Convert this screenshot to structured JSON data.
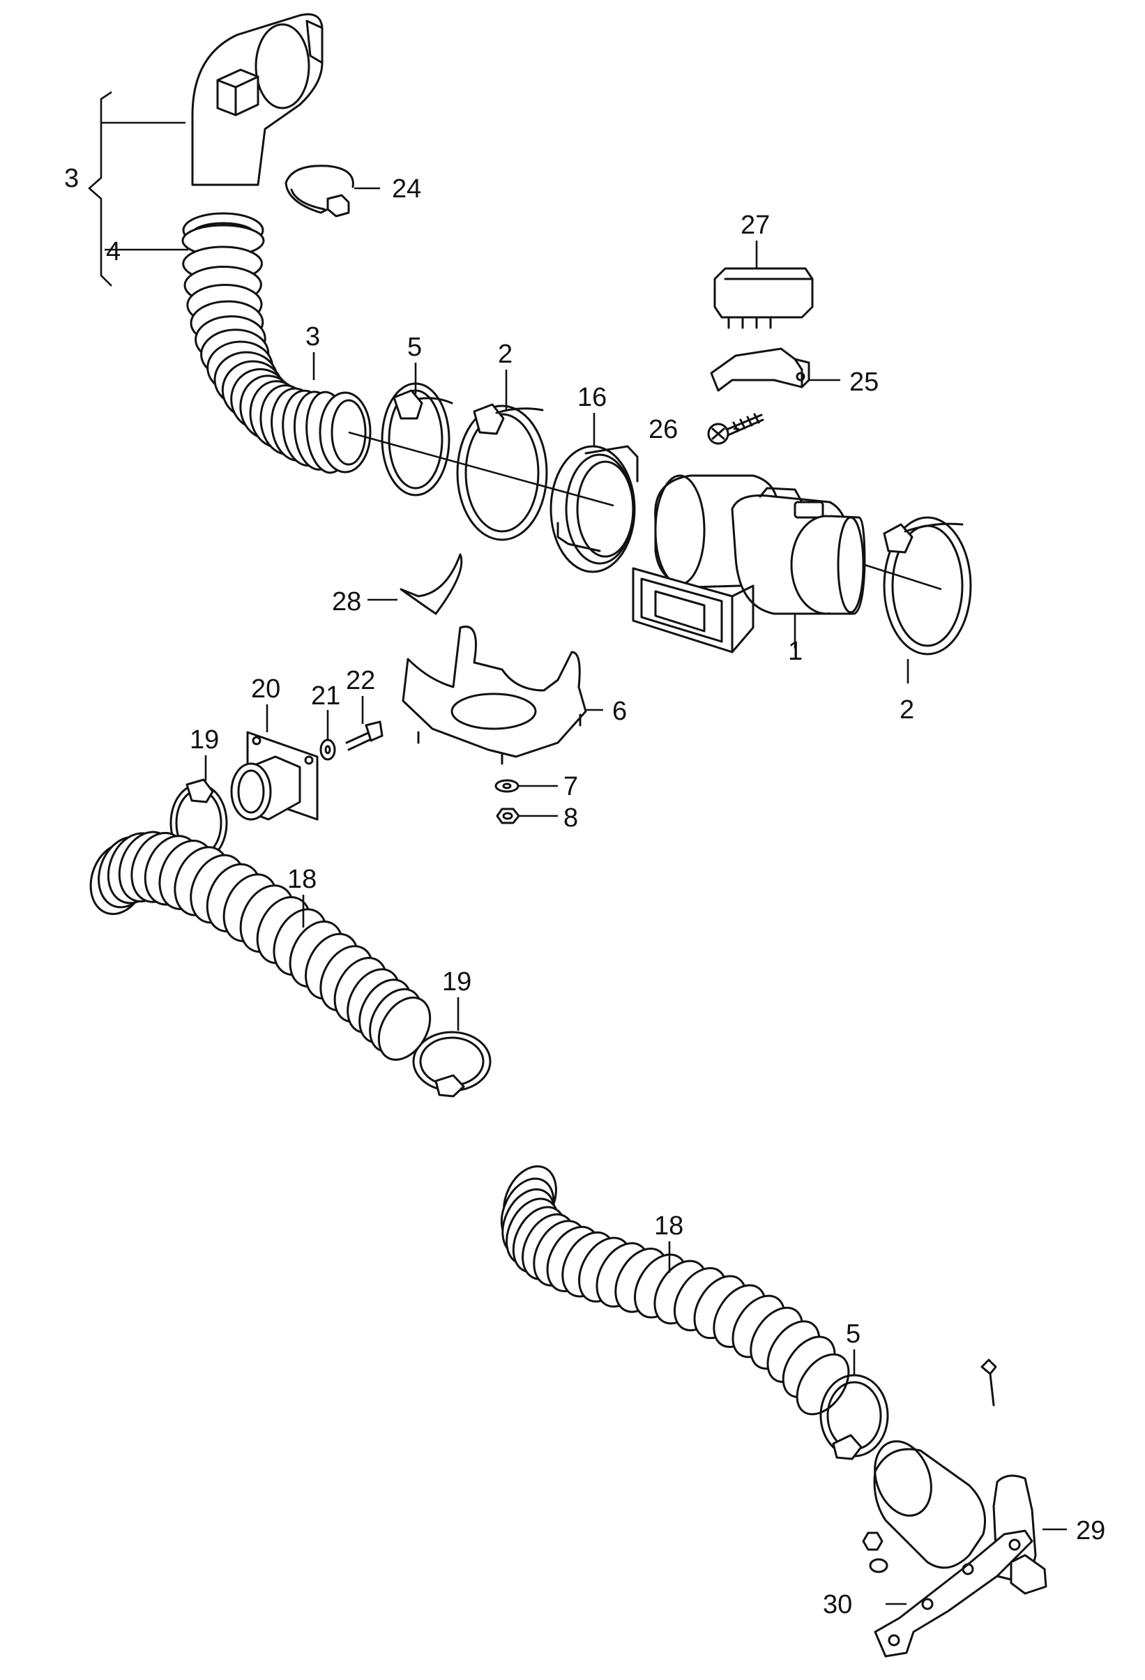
{
  "callouts": {
    "c1": "1",
    "c2a": "2",
    "c2b": "2",
    "c3a": "3",
    "c3b": "3",
    "c4": "4",
    "c5a": "5",
    "c5b": "5",
    "c6": "6",
    "c7": "7",
    "c8": "8",
    "c16": "16",
    "c18a": "18",
    "c18b": "18",
    "c19a": "19",
    "c19b": "19",
    "c20": "20",
    "c21": "21",
    "c22": "22",
    "c24": "24",
    "c25": "25",
    "c26": "26",
    "c27": "27",
    "c28": "28",
    "c29": "29",
    "c30": "30"
  },
  "colors": {
    "line": "#111111",
    "background": "#ffffff"
  }
}
